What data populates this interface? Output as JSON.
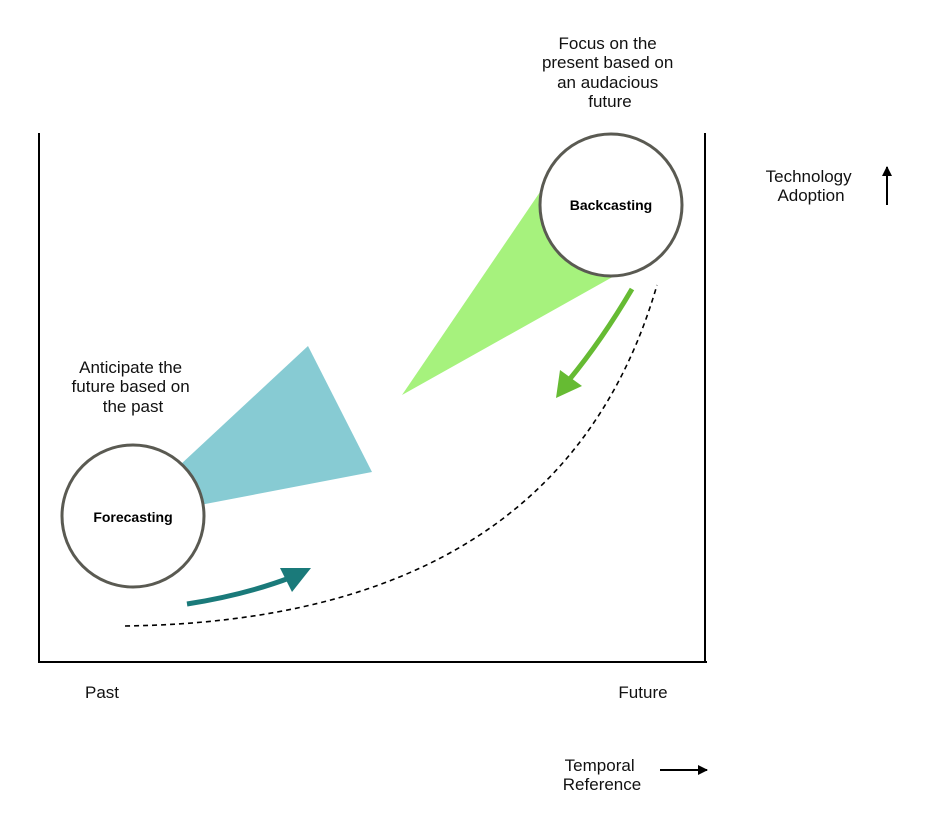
{
  "annotations": {
    "backcasting_note": [
      "Focus on the",
      "present based on",
      "an audacious",
      "future"
    ],
    "forecasting_note": [
      "Anticipate the",
      "future based on",
      "the past"
    ]
  },
  "nodes": {
    "backcasting": "Backcasting",
    "forecasting": "Forecasting"
  },
  "axes": {
    "y_axis_label": [
      "Technology",
      "Adoption"
    ],
    "x_axis_label": [
      "Temporal",
      "Reference"
    ],
    "x_start": "Past",
    "x_end": "Future"
  },
  "colors": {
    "forecast_cone": "#87cbd3",
    "backcast_cone": "#a6f27d",
    "forecast_arrow": "#1a7a7a",
    "backcast_arrow": "#66bb33",
    "circle_stroke": "#5a5a52",
    "axis": "#000000"
  }
}
